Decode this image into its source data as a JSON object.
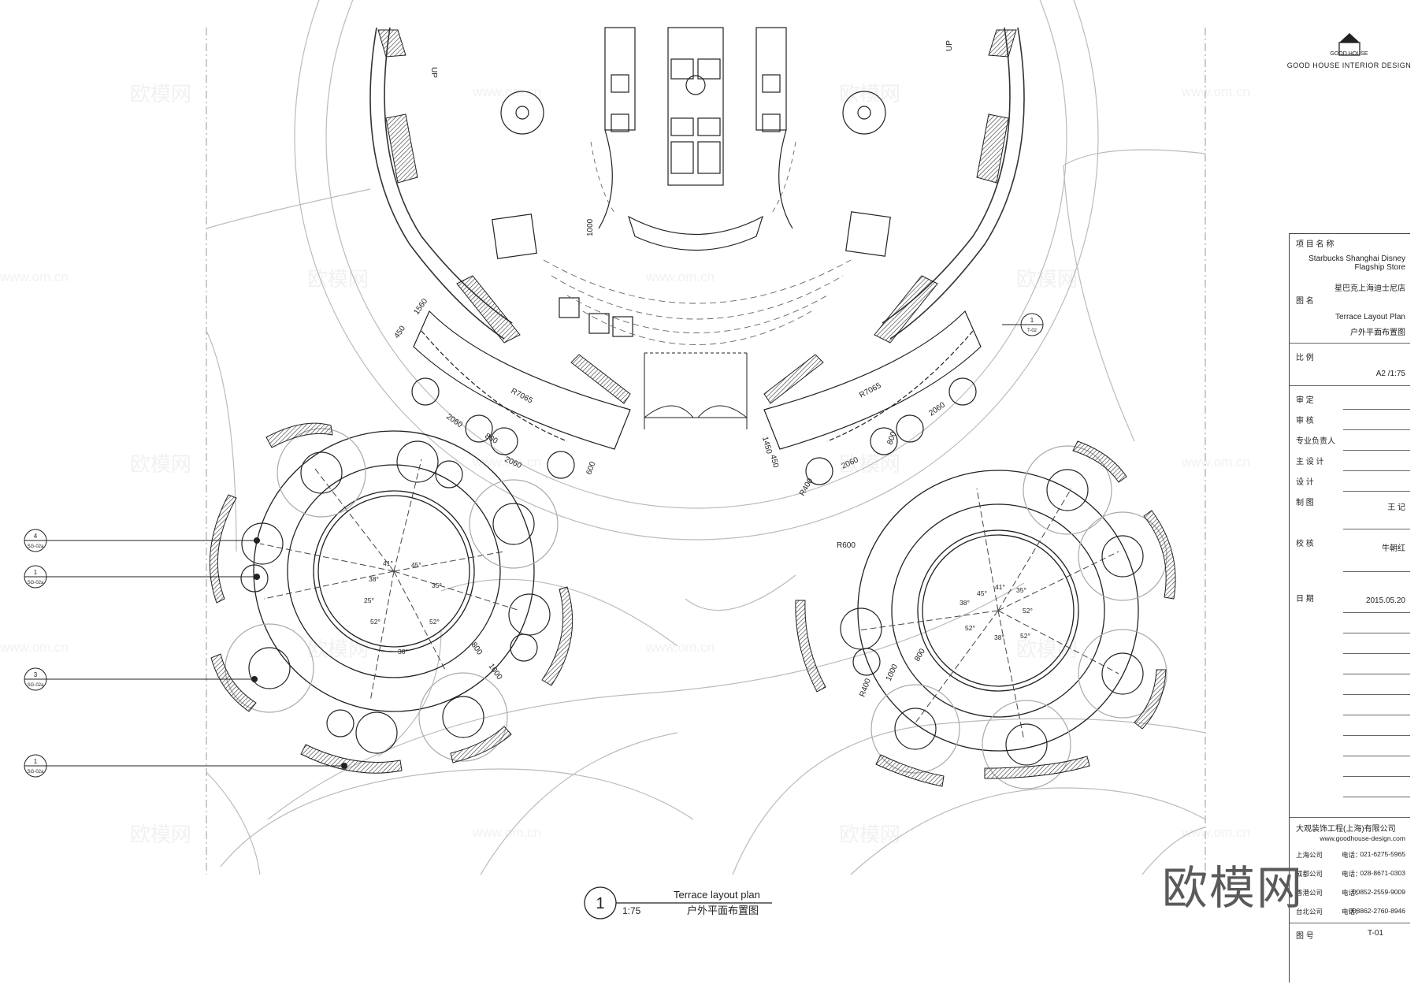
{
  "logo": {
    "brand": "GOOD HOUSE",
    "text": "GOOD HOUSE INTERIOR DESIGN"
  },
  "title_block": {
    "project_label": "项 目 名 称",
    "project_name_en": "Starbucks Shanghai Disney Flagship Store",
    "project_name_cn": "星巴克上海迪士尼店",
    "drawing_name_label": "图    名",
    "drawing_name_en": "Terrace Layout Plan",
    "drawing_name_cn": "户外平面布置图",
    "scale_label": "比    例",
    "scale_value": "A2 /1:75",
    "approved_label": "审    定",
    "review_label": "审    核",
    "professional_label": "专业负责人",
    "lead_design_label": "主 设 计",
    "design_label": "设    计",
    "drawn_label": "制    图",
    "drawn_value": "王 记",
    "checked_label": "校    核",
    "checked_value": "牛朝红",
    "date_label": "日    期",
    "date_value": "2015.05.20",
    "company": "大观装饰工程(上海)有限公司",
    "website": "www.goodhouse-design.com",
    "offices": [
      {
        "name": "上海公司",
        "phone_label": "电话：",
        "phone": "021-6275-5965"
      },
      {
        "name": "成都公司",
        "phone_label": "电话：",
        "phone": "028-8671-0303"
      },
      {
        "name": "香港公司",
        "phone_label": "电话：",
        "phone": "00852-2559-9009"
      },
      {
        "name": "台北公司",
        "phone_label": "电话：",
        "phone": "008862-2760-8946"
      }
    ],
    "sheet_no_label": "图    号",
    "sheet_no": "T-01"
  },
  "caption": {
    "number": "1",
    "title_en": "Terrace layout plan",
    "title_cn": "户外平面布置图",
    "scale": "1:75"
  },
  "callouts": [
    {
      "num": "4",
      "ref": "SG-02a"
    },
    {
      "num": "1",
      "ref": "SG-02a"
    },
    {
      "num": "3",
      "ref": "SG-02a"
    },
    {
      "num": "1",
      "ref": "SG-02a"
    }
  ],
  "section_marker": {
    "num": "1",
    "ref": "T-02"
  },
  "dimensions": {
    "d1560": "1560",
    "d450": "450",
    "d2060": "2060",
    "d800": "800",
    "d600": "600",
    "d1450": "1450",
    "r7065": "R7065",
    "r400": "R400",
    "r600": "R600",
    "d1000": "1000",
    "up": "UP",
    "a41": "41°",
    "a45": "45°",
    "a38": "38°",
    "a52": "52°",
    "a35": "35°",
    "a25": "25°",
    "ht": "1000"
  },
  "watermark": {
    "text": "欧模网",
    "url": "www.om.cn",
    "big": "欧模网"
  }
}
